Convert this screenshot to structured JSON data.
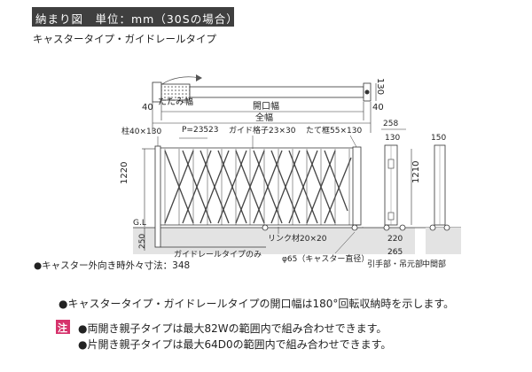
{
  "header": {
    "title": "納まり図　単位：mm（30Sの場合）",
    "subtitle": "キャスタータイプ・ガイドレールタイプ"
  },
  "plan_view": {
    "fold_label": "たたみ幅",
    "dim_left_40": "40",
    "dim_right_40": "40",
    "opening": "開口幅",
    "total": "全幅",
    "depth_130": "130"
  },
  "elevation": {
    "post_label": "柱40×130",
    "pitch_label": "P=235",
    "pitch_23": "23",
    "grid_label": "ガイド格子23×30",
    "frame_label": "たて框55×130",
    "height_1220": "1220",
    "gl_label": "G.L",
    "depth_250": "250",
    "link_label": "リンク材20×20",
    "rail_label": "ガイドレールタイプのみ",
    "caster_label": "φ65（キャスター直径）"
  },
  "side_views": {
    "dim_258": "258",
    "dim_130": "130",
    "dim_1210": "1210",
    "dim_220": "220",
    "dim_265": "265",
    "pull_label": "引手部・吊元部",
    "dim_150": "150",
    "middle_label": "中間部"
  },
  "caster_note": "●キャスター外向き時外々寸法：348",
  "notes": {
    "main": "●キャスタータイプ・ガイドレールタイプの開口幅は180°回転収納時を示します。",
    "chu": "注",
    "line1": "●両開き親子タイプは最大82Wの範囲内で組み合わせできます。",
    "line2": "●片開き親子タイプは最大64D0の範囲内で組み合わせできます。"
  }
}
